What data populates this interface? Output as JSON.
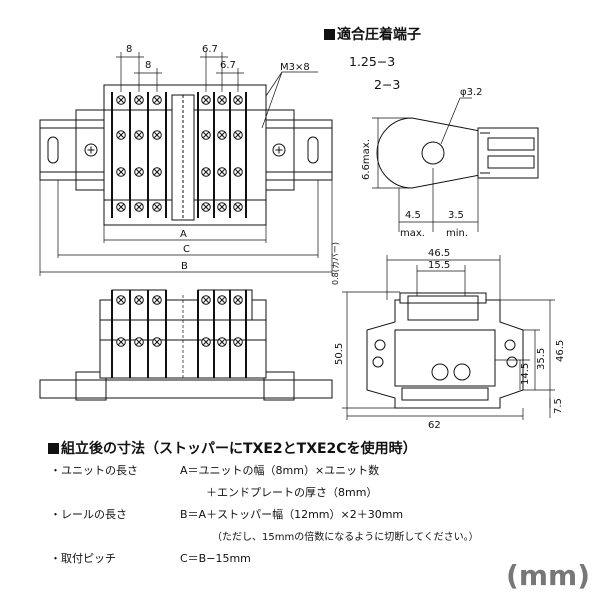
{
  "crimp_section": {
    "title": "適合圧着端子",
    "sizes": [
      "1.25−3",
      "2−3"
    ]
  },
  "dimensions": {
    "top_view": {
      "pitch1": "8",
      "pitch2": "8",
      "pitch3": "6.7",
      "pitch4": "6.7",
      "screw": "M3×8",
      "label_a": "A",
      "label_c": "C",
      "label_b": "B"
    },
    "terminal": {
      "hole": "φ3.2",
      "height": "6.6max.",
      "w1": "4.5",
      "w1_note": "max.",
      "w2": "3.5",
      "w2_note": "min."
    },
    "side_view": {
      "cover": "0.8(カバー)",
      "width_top": "46.5",
      "width_inner": "15.5",
      "height_left": "50.5",
      "height_right1": "46.5",
      "height_right2": "35.5",
      "height_right3": "14.5",
      "height_right4": "7.5",
      "width_bottom": "62"
    }
  },
  "assembly": {
    "title": "組立後の寸法",
    "subtitle": "（ストッパーにTXE2とTXE2Cを使用時）",
    "rows": [
      {
        "label": "・ユニットの長さ",
        "formula": "A＝ユニットの幅（8mm）×ユニット数"
      },
      {
        "label": "",
        "formula": "＋エンドプレートの厚さ（8mm）"
      },
      {
        "label": "・レールの長さ",
        "formula": "B＝A＋ストッパー幅（12mm）×2＋30mm"
      },
      {
        "label": "",
        "formula": "（ただし、15mmの倍数になるように切断してください。）"
      },
      {
        "label": "・取付ピッチ",
        "formula": "C＝B−15mm"
      }
    ]
  },
  "unit": "(mm)"
}
